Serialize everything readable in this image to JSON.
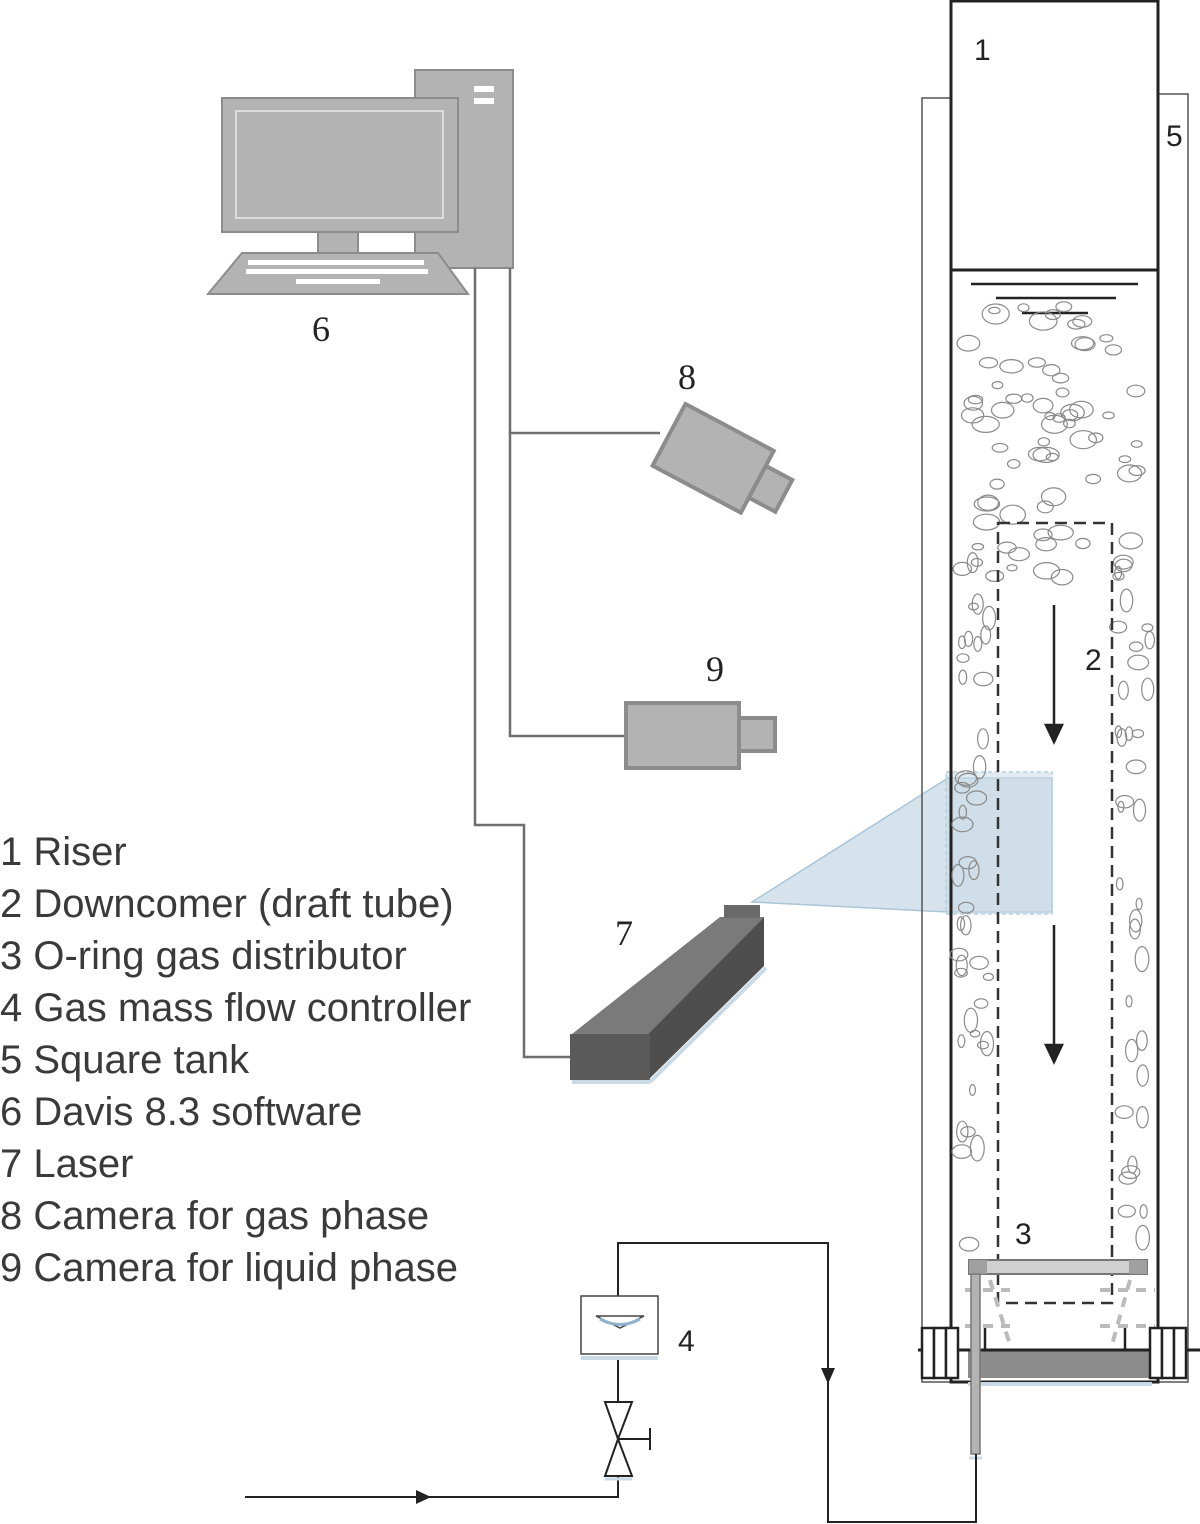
{
  "components": {
    "riser": "1",
    "downcomer": "2",
    "distributor": "3",
    "flow_controller": "4",
    "tank": "5",
    "computer": "6",
    "laser": "7",
    "camera_gas": "8",
    "camera_liquid": "9"
  },
  "legend": [
    "1 Riser",
    "2 Downcomer (draft tube)",
    "3 O-ring gas distributor",
    "4 Gas mass flow controller",
    "5 Square tank",
    "6 Davis 8.3 software",
    "7 Laser",
    "8 Camera for gas phase",
    "9 Camera for liquid phase"
  ],
  "colors": {
    "equipment_gray": "#b3b3b3",
    "equipment_edge": "#8c8c8c",
    "laser_dark": "#5a5a5a",
    "laser_sheet": "#c9dae6",
    "line": "#222222",
    "cable": "#6e6e6e"
  }
}
